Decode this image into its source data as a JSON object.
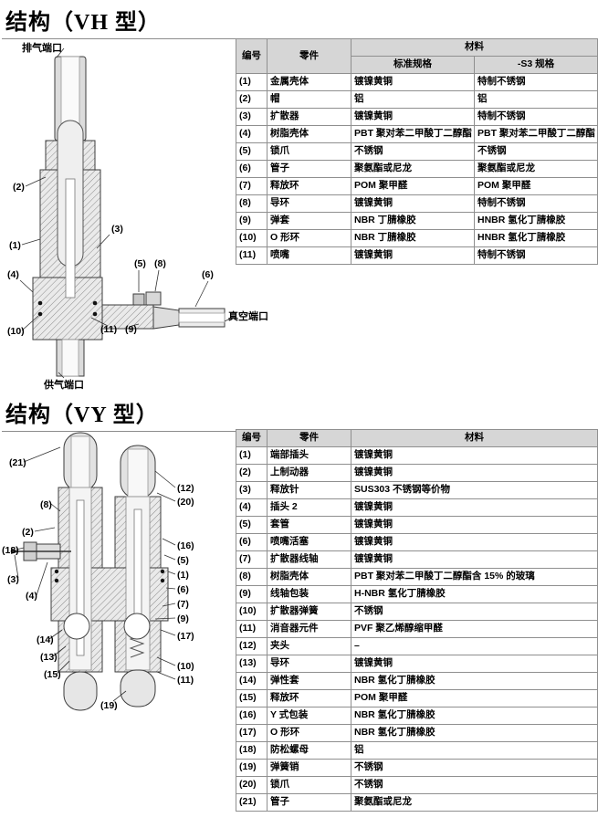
{
  "colors": {
    "table_header_bg": "#d6d6d6",
    "table_border": "#8f8f8f"
  },
  "vh": {
    "title": "结构（VH 型）",
    "diagram": {
      "ports": {
        "exhaust": "排气端口",
        "vacuum": "真空端口",
        "supply": "供气端口"
      },
      "labels": [
        "(2)",
        "(1)",
        "(3)",
        "(4)",
        "(5)",
        "(8)",
        "(6)",
        "(10)",
        "(11)",
        "(9)"
      ]
    },
    "table": {
      "headers": {
        "no": "编号",
        "part": "零件",
        "material": "材料",
        "standard": "标准规格",
        "s3": "-S3 规格"
      },
      "rows": [
        {
          "no": "(1)",
          "part": "金属壳体",
          "std": "镀镍黄铜",
          "s3": "特制不锈钢"
        },
        {
          "no": "(2)",
          "part": "帽",
          "std": "铝",
          "s3": "铝"
        },
        {
          "no": "(3)",
          "part": "扩散器",
          "std": "镀镍黄铜",
          "s3": "特制不锈钢"
        },
        {
          "no": "(4)",
          "part": "树脂壳体",
          "std": "PBT 聚对苯二甲酸丁二醇酯",
          "s3": "PBT 聚对苯二甲酸丁二醇酯"
        },
        {
          "no": "(5)",
          "part": "锁爪",
          "std": "不锈钢",
          "s3": "不锈钢"
        },
        {
          "no": "(6)",
          "part": "管子",
          "std": "聚氨酯或尼龙",
          "s3": "聚氨酯或尼龙"
        },
        {
          "no": "(7)",
          "part": "释放环",
          "std": "POM 聚甲醛",
          "s3": "POM 聚甲醛"
        },
        {
          "no": "(8)",
          "part": "导环",
          "std": "镀镍黄铜",
          "s3": "特制不锈钢"
        },
        {
          "no": "(9)",
          "part": "弹套",
          "std": "NBR 丁腈橡胶",
          "s3": "HNBR 氢化丁腈橡胶"
        },
        {
          "no": "(10)",
          "part": "O 形环",
          "std": "NBR 丁腈橡胶",
          "s3": "HNBR 氢化丁腈橡胶"
        },
        {
          "no": "(11)",
          "part": "喷嘴",
          "std": "镀镍黄铜",
          "s3": "特制不锈钢"
        }
      ]
    }
  },
  "vy": {
    "title": "结构（VY 型）",
    "diagram": {
      "labels": [
        "(21)",
        "(8)",
        "(2)",
        "(18)",
        "(3)",
        "(4)",
        "(14)",
        "(13)",
        "(15)",
        "(12)",
        "(20)",
        "(16)",
        "(5)",
        "(1)",
        "(6)",
        "(7)",
        "(9)",
        "(17)",
        "(10)",
        "(11)",
        "(19)"
      ]
    },
    "table": {
      "headers": {
        "no": "编号",
        "part": "零件",
        "material": "材料"
      },
      "rows": [
        {
          "no": "(1)",
          "part": "端部插头",
          "mat": "镀镍黄铜"
        },
        {
          "no": "(2)",
          "part": "上制动器",
          "mat": "镀镍黄铜"
        },
        {
          "no": "(3)",
          "part": "释放针",
          "mat": "SUS303 不锈钢等价物"
        },
        {
          "no": "(4)",
          "part": "插头 2",
          "mat": "镀镍黄铜"
        },
        {
          "no": "(5)",
          "part": "套管",
          "mat": "镀镍黄铜"
        },
        {
          "no": "(6)",
          "part": "喷嘴活塞",
          "mat": "镀镍黄铜"
        },
        {
          "no": "(7)",
          "part": "扩散器线轴",
          "mat": "镀镍黄铜"
        },
        {
          "no": "(8)",
          "part": "树脂壳体",
          "mat": "PBT 聚对苯二甲酸丁二醇酯含 15% 的玻璃"
        },
        {
          "no": "(9)",
          "part": "线轴包装",
          "mat": "H-NBR 氢化丁腈橡胶"
        },
        {
          "no": "(10)",
          "part": "扩散器弹簧",
          "mat": "不锈钢"
        },
        {
          "no": "(11)",
          "part": "消音器元件",
          "mat": "PVF 聚乙烯醇缩甲醛"
        },
        {
          "no": "(12)",
          "part": "夹头",
          "mat": "–"
        },
        {
          "no": "(13)",
          "part": "导环",
          "mat": "镀镍黄铜"
        },
        {
          "no": "(14)",
          "part": "弹性套",
          "mat": "NBR 氢化丁腈橡胶"
        },
        {
          "no": "(15)",
          "part": "释放环",
          "mat": "POM 聚甲醛"
        },
        {
          "no": "(16)",
          "part": "Y 式包装",
          "mat": "NBR 氢化丁腈橡胶"
        },
        {
          "no": "(17)",
          "part": "O 形环",
          "mat": "NBR 氢化丁腈橡胶"
        },
        {
          "no": "(18)",
          "part": "防松螺母",
          "mat": "铝"
        },
        {
          "no": "(19)",
          "part": "弹簧销",
          "mat": "不锈钢"
        },
        {
          "no": "(20)",
          "part": "锁爪",
          "mat": "不锈钢"
        },
        {
          "no": "(21)",
          "part": "管子",
          "mat": "聚氨酯或尼龙"
        }
      ]
    }
  }
}
